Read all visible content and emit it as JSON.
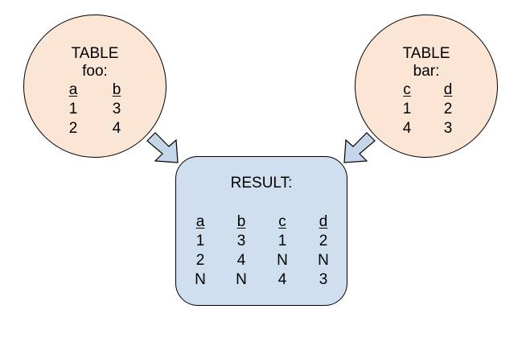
{
  "foo": {
    "title": "TABLE",
    "name": "foo:",
    "columns": [
      {
        "header": "a",
        "values": [
          "1",
          "2"
        ]
      },
      {
        "header": "b",
        "values": [
          "3",
          "4"
        ]
      }
    ]
  },
  "bar": {
    "title": "TABLE",
    "name": "bar:",
    "columns": [
      {
        "header": "c",
        "values": [
          "1",
          "4"
        ]
      },
      {
        "header": "d",
        "values": [
          "2",
          "3"
        ]
      }
    ]
  },
  "result": {
    "title": "RESULT:",
    "columns": [
      {
        "header": "a",
        "values": [
          "1",
          "2",
          "N"
        ]
      },
      {
        "header": "b",
        "values": [
          "3",
          "4",
          "N"
        ]
      },
      {
        "header": "c",
        "values": [
          "1",
          "N",
          "4"
        ]
      },
      {
        "header": "d",
        "values": [
          "2",
          "N",
          "3"
        ]
      }
    ]
  },
  "colors": {
    "circle_fill": "#fbe5d5",
    "result_fill": "#cfdfef",
    "arrow_fill": "#c5d6ea"
  }
}
